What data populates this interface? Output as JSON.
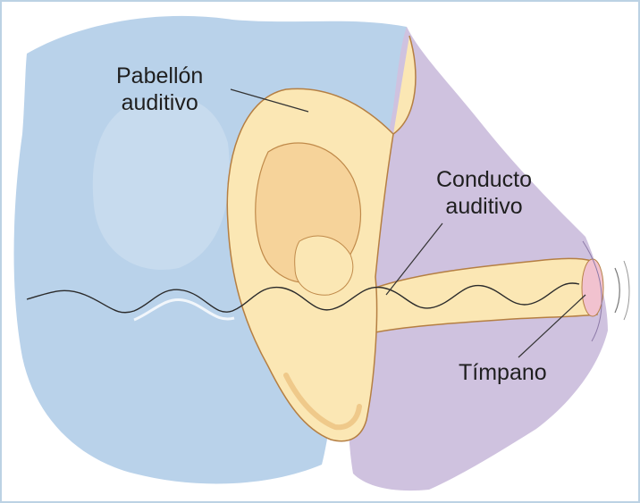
{
  "labels": {
    "pabellon": {
      "line1": "Pabellón",
      "line2": "auditivo"
    },
    "conducto": {
      "line1": "Conducto",
      "line2": "auditivo"
    },
    "timpano": "Tímpano"
  },
  "colors": {
    "background_blue": "#b9d2ea",
    "background_purple": "#cfc2df",
    "ear_skin": "#fbe7b4",
    "ear_shadow": "#efc98a",
    "ear_outline": "#b57f43",
    "eardrum": "#f1c2cf",
    "sound_wave": "#2b2b2b",
    "frame": "#bcd2e4"
  }
}
